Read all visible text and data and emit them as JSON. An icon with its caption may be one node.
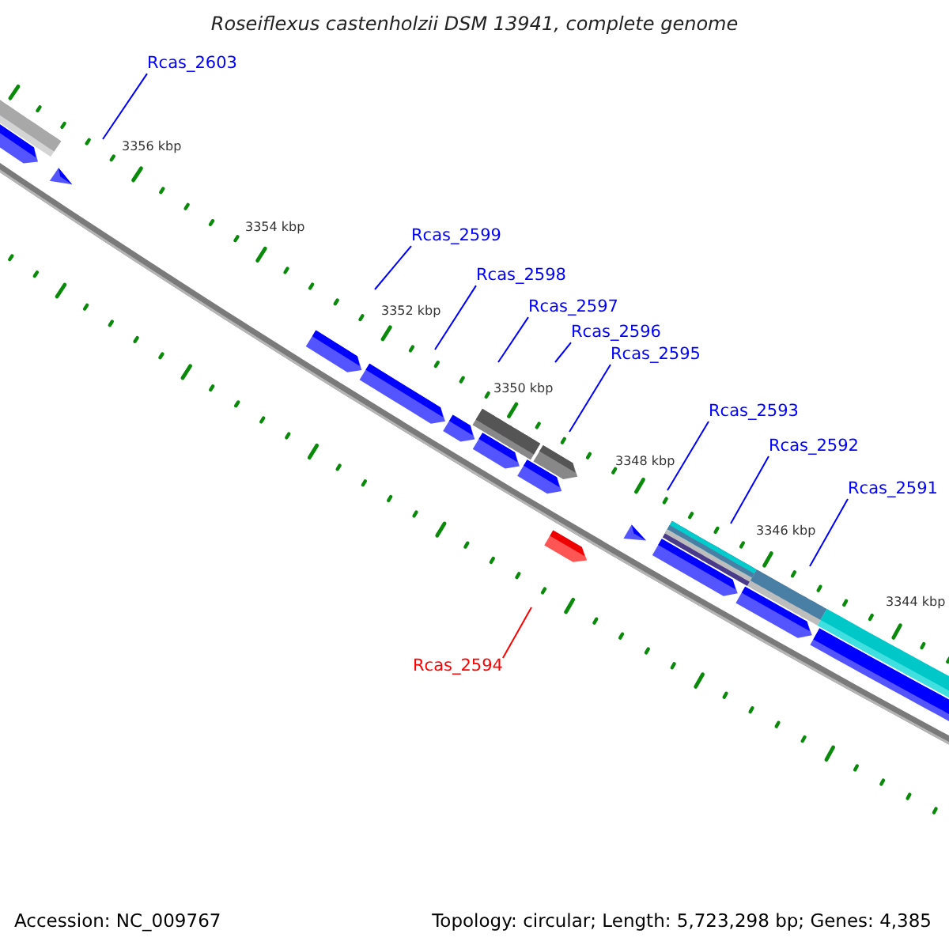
{
  "diagram": {
    "title": "Roseiflexus castenholzii DSM 13941, complete genome",
    "nodes": [
      {
        "text": [
          "Rcas_2603"
        ]
      },
      {
        "text": [
          "Rcas_2599"
        ]
      },
      {
        "text": [
          "Rcas_2598"
        ]
      },
      {
        "text": [
          "Rcas_2597"
        ]
      },
      {
        "text": [
          "Rcas_2596"
        ]
      },
      {
        "text": [
          "Rcas_2595"
        ]
      },
      {
        "text": [
          "Rcas_2593"
        ]
      },
      {
        "text": [
          "Rcas_2592"
        ]
      },
      {
        "text": [
          "Rcas_2591"
        ]
      },
      {
        "text": [
          "Rcas_2594"
        ]
      }
    ],
    "edges": [
      {
        "from": 0,
        "to": null,
        "arrow": "none"
      },
      {
        "from": 1,
        "to": null,
        "arrow": "none"
      },
      {
        "from": 2,
        "to": null,
        "arrow": "none"
      },
      {
        "from": 3,
        "to": null,
        "arrow": "none"
      },
      {
        "from": 4,
        "to": null,
        "arrow": "none"
      },
      {
        "from": 5,
        "to": null,
        "arrow": "none"
      },
      {
        "from": 6,
        "to": null,
        "arrow": "none"
      },
      {
        "from": 7,
        "to": null,
        "arrow": "none"
      },
      {
        "from": 8,
        "to": null,
        "arrow": "none"
      },
      {
        "from": 9,
        "to": null,
        "arrow": "none",
        "color": "#ff0000"
      }
    ],
    "labels": [
      "3356 kbp",
      "3354 kbp",
      "3352 kbp",
      "3350 kbp",
      "3348 kbp",
      "3346 kbp",
      "3344 kbp",
      "Accession: NC_009767",
      "Topology: circular; Length: 5,723,298 bp; Genes: 4,385"
    ]
  }
}
